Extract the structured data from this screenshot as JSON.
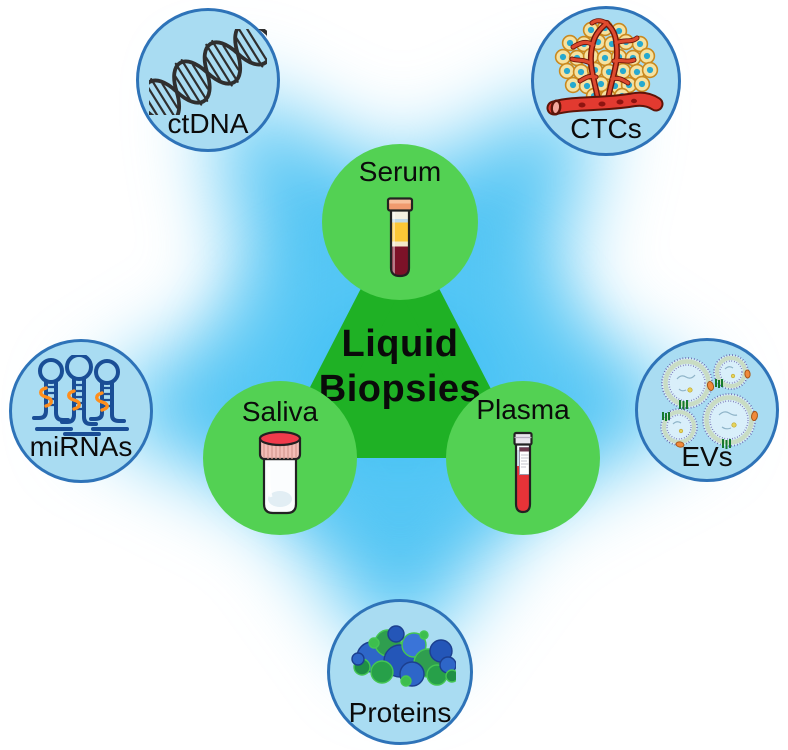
{
  "figure": {
    "title": "Liquid Biopsies",
    "title_line1": "Liquid",
    "title_line2": "Biopsies"
  },
  "samples": {
    "serum": {
      "label": "Serum",
      "icon": "serum-blood-tube-icon"
    },
    "saliva": {
      "label": "Saliva",
      "icon": "saliva-container-icon"
    },
    "plasma": {
      "label": "Plasma",
      "icon": "plasma-tube-icon"
    }
  },
  "analytes": {
    "ctdna": {
      "label": "ctDNA",
      "icon": "dna-helix-icon"
    },
    "ctcs": {
      "label": "CTCs",
      "icon": "tumor-cells-vessel-icon"
    },
    "mirnas": {
      "label": "miRNAs",
      "icon": "rna-hairpin-icon"
    },
    "evs": {
      "label": "EVs",
      "icon": "extracellular-vesicles-icon"
    },
    "proteins": {
      "label": "Proteins",
      "icon": "protein-structure-icon"
    }
  },
  "colors": {
    "background": "#FFFFFF",
    "glow_blue": "#53C5F4",
    "sample_circle_green": "#53D153",
    "triangle_green": "#1FB125",
    "analyte_circle_fill": "#A9DCF2",
    "analyte_circle_border": "#2E73B8",
    "text": "#0B0B0B"
  }
}
